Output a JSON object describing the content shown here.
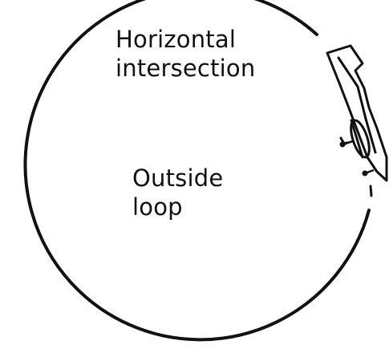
{
  "labels": {
    "horizontal_intersection_line1": "Horizontal",
    "horizontal_intersection_line2": "intersection",
    "outside_loop_line1": "Outside",
    "outside_loop_line2": "loop"
  },
  "colors": {
    "ink": "#111111",
    "background": "#ffffff"
  }
}
